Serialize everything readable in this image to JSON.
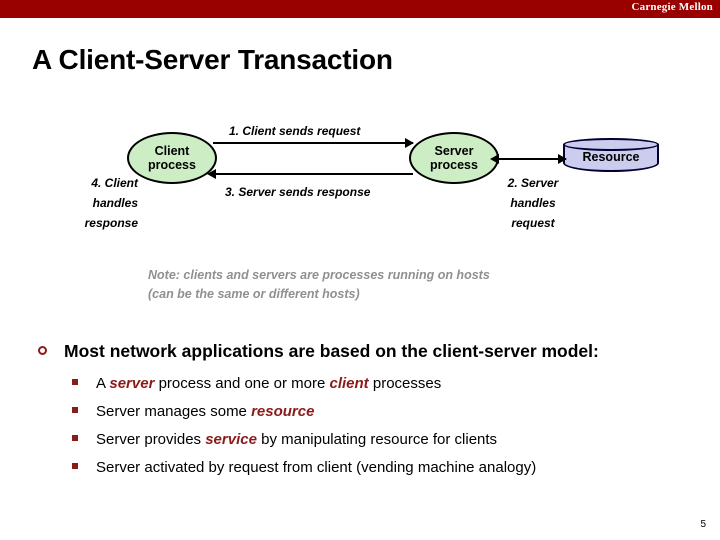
{
  "banner": {
    "brand": "Carnegie Mellon",
    "color": "#990000"
  },
  "title": "A Client-Server Transaction",
  "diagram": {
    "client": {
      "line1": "Client",
      "line2": "process",
      "fill": "#cdeec4"
    },
    "server": {
      "line1": "Server",
      "line2": "process",
      "fill": "#cdeec4"
    },
    "resource": {
      "label": "Resource",
      "fill": "#ccccee"
    },
    "steps": {
      "step1": "1. Client sends request",
      "step2": "2. Server handles request",
      "step3": "3. Server sends response",
      "step4": "4. Client handles response"
    },
    "note_line1": "Note: clients and servers are processes running on hosts",
    "note_line2": "(can be the same or different hosts)",
    "note_color": "#909090"
  },
  "bullets": {
    "main": "Most network applications are based on the client-server model:",
    "emphasis_color": "#8b1a1a",
    "sub": [
      {
        "parts": [
          {
            "t": "A ",
            "em": false
          },
          {
            "t": "server",
            "em": true
          },
          {
            "t": " process and one or more ",
            "em": false
          },
          {
            "t": "client",
            "em": true
          },
          {
            "t": " processes",
            "em": false
          }
        ]
      },
      {
        "parts": [
          {
            "t": "Server manages some ",
            "em": false
          },
          {
            "t": "resource",
            "em": true
          }
        ]
      },
      {
        "parts": [
          {
            "t": "Server provides ",
            "em": false
          },
          {
            "t": "service",
            "em": true
          },
          {
            "t": " by manipulating resource for clients",
            "em": false
          }
        ]
      },
      {
        "parts": [
          {
            "t": "Server activated by request from client (vending machine analogy)",
            "em": false
          }
        ]
      }
    ]
  },
  "footer": {
    "page_number": "5"
  }
}
